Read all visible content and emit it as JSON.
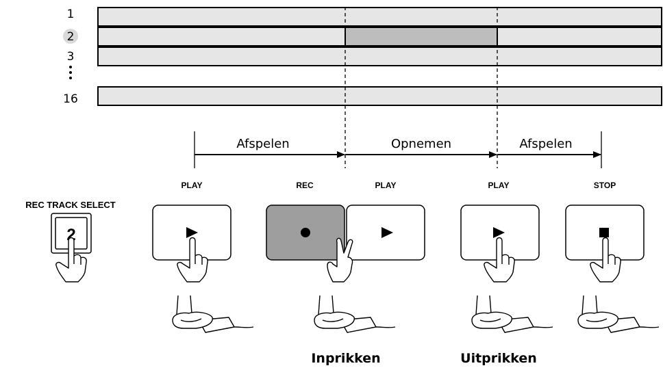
{
  "tracks": {
    "labels": [
      "1",
      "2",
      "3",
      "16"
    ],
    "continuation": "⋮",
    "highlighted": "2"
  },
  "segments": [
    "Afspelen",
    "Opnemen",
    "Afspelen"
  ],
  "buttons": {
    "rec_track_select_label": "REC TRACK SELECT",
    "rec_track_select_value": "2",
    "play_1": "PLAY",
    "rec": "REC",
    "play_2": "PLAY",
    "play_3": "PLAY",
    "stop": "STOP"
  },
  "punch": {
    "in": "Inprikken",
    "out": "Uitprikken"
  },
  "colors": {
    "track_fill": "#e6e6e6",
    "recorded_fill": "#bdbdbd",
    "rec_button_fill": "#9e9e9e",
    "highlight_circle": "#d9d9d9"
  },
  "icons": [
    "play-icon",
    "record-icon",
    "stop-icon",
    "pointing-hand-icon",
    "two-finger-hand-icon",
    "foot-pedal-icon"
  ]
}
